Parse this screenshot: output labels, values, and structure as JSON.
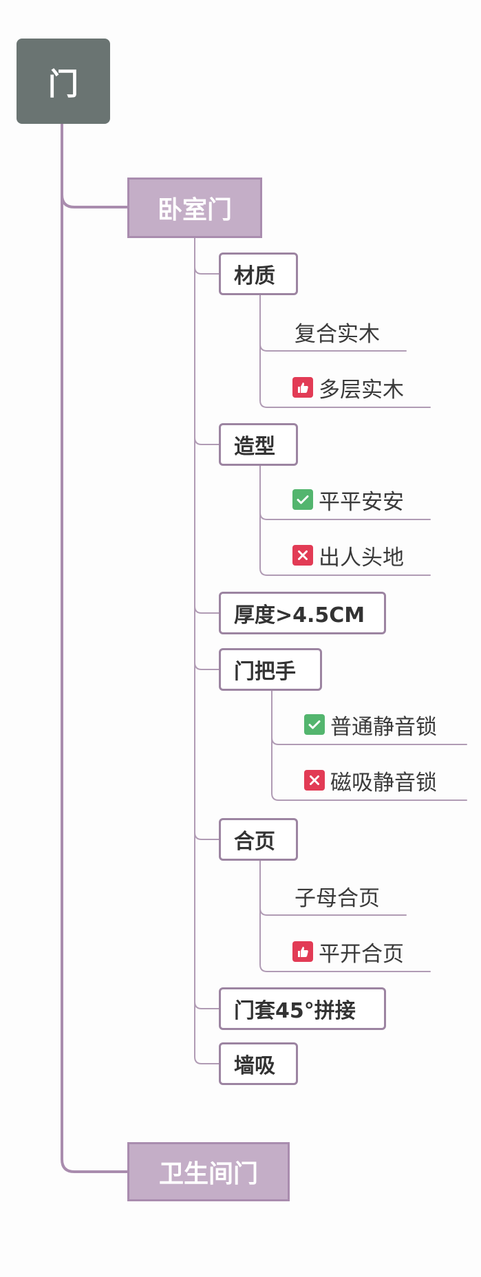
{
  "colors": {
    "root_bg": "#6a7472",
    "branch_bg": "#c4aec7",
    "connector": "#a98cae",
    "approve": "#53b56e",
    "reject": "#e23b55",
    "recommend": "#e23b55"
  },
  "root": {
    "label": "门"
  },
  "branches": [
    {
      "label": "卧室门",
      "children": [
        {
          "label": "材质",
          "children": [
            {
              "label": "复合实木",
              "icon": ""
            },
            {
              "label": "多层实木",
              "icon": "thumbs-up"
            }
          ]
        },
        {
          "label": "造型",
          "children": [
            {
              "label": "平平安安",
              "icon": "check"
            },
            {
              "label": "出人头地",
              "icon": "cross"
            }
          ]
        },
        {
          "label": "厚度>4.5CM",
          "children": []
        },
        {
          "label": "门把手",
          "children": [
            {
              "label": "普通静音锁",
              "icon": "check"
            },
            {
              "label": "磁吸静音锁",
              "icon": "cross"
            }
          ]
        },
        {
          "label": "合页",
          "children": [
            {
              "label": "子母合页",
              "icon": ""
            },
            {
              "label": "平开合页",
              "icon": "thumbs-up"
            }
          ]
        },
        {
          "label": "门套45°拼接",
          "children": []
        },
        {
          "label": "墙吸",
          "children": []
        }
      ]
    },
    {
      "label": "卫生间门",
      "children": []
    }
  ]
}
